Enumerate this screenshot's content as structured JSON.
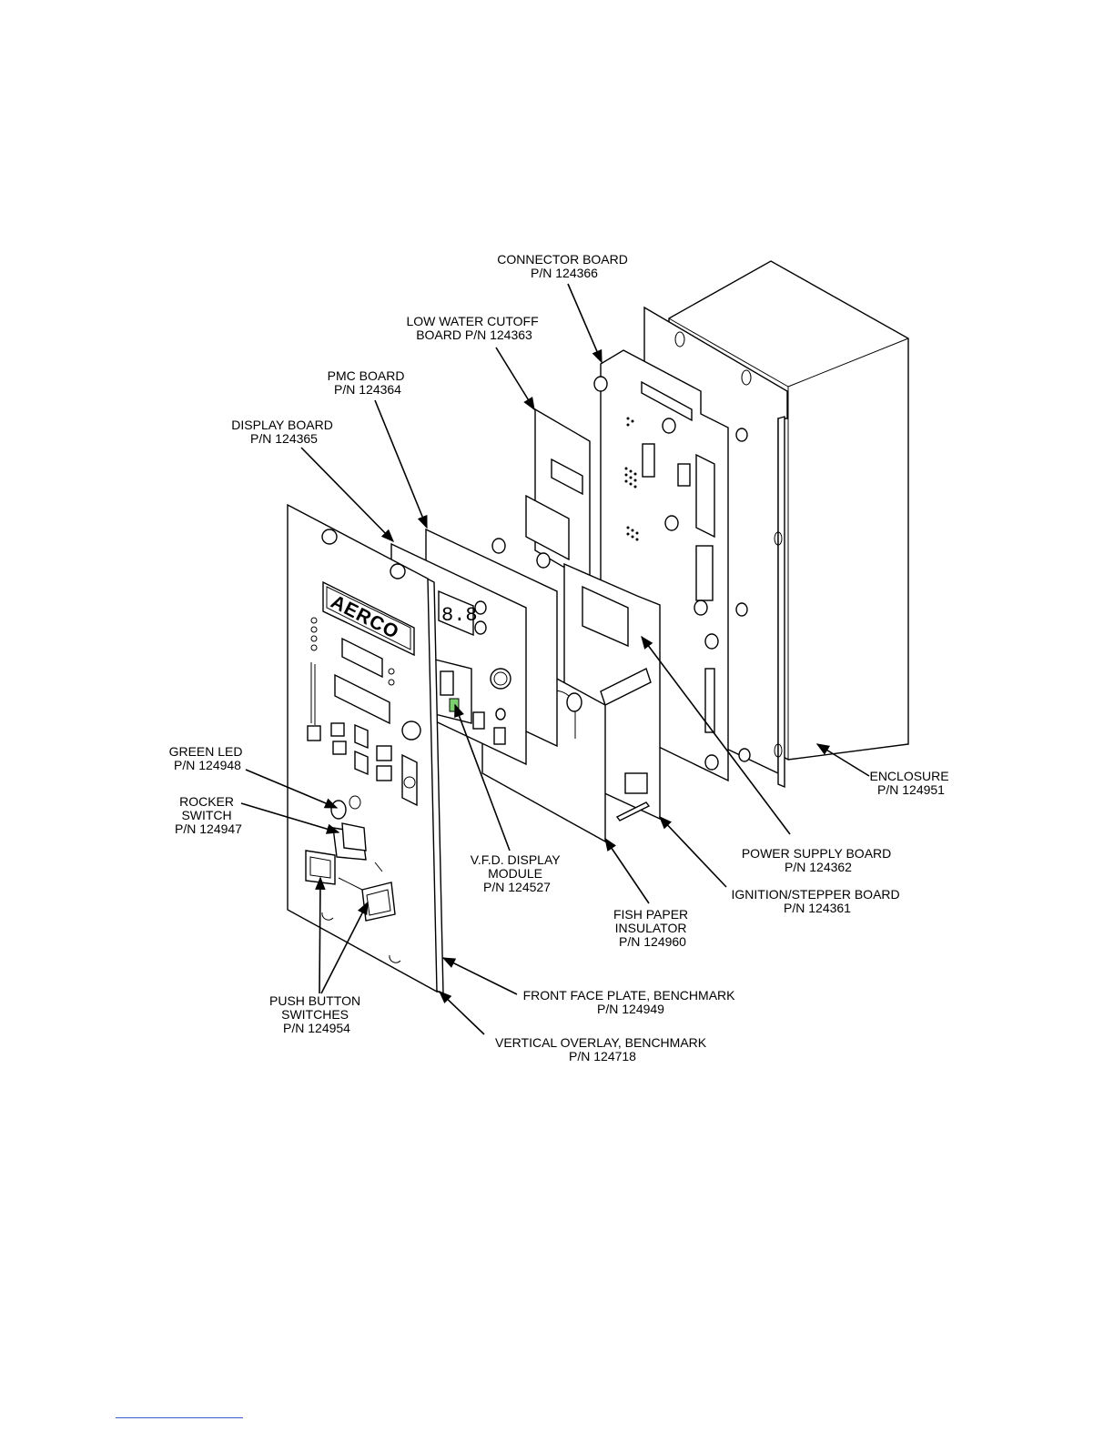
{
  "diagram": {
    "logo_text": "AERCO",
    "labels": [
      {
        "id": "connector-board",
        "lines": [
          "CONNECTOR BOARD",
          "P/N 124366"
        ]
      },
      {
        "id": "low-water-cutoff-board",
        "lines": [
          "LOW WATER CUTOFF",
          "BOARD P/N 124363"
        ]
      },
      {
        "id": "pmc-board",
        "lines": [
          "PMC BOARD",
          "P/N 124364"
        ]
      },
      {
        "id": "display-board",
        "lines": [
          "DISPLAY BOARD",
          "P/N 124365"
        ]
      },
      {
        "id": "green-led",
        "lines": [
          "GREEN LED",
          "P/N 124948"
        ]
      },
      {
        "id": "rocker-switch",
        "lines": [
          "ROCKER",
          "SWITCH",
          "P/N 124947"
        ]
      },
      {
        "id": "push-button-switches",
        "lines": [
          "PUSH BUTTON",
          "SWITCHES",
          "P/N 124954"
        ]
      },
      {
        "id": "vfd-display-module",
        "lines": [
          "V.F.D. DISPLAY",
          "MODULE",
          "P/N 124527"
        ]
      },
      {
        "id": "fish-paper-insulator",
        "lines": [
          "FISH PAPER",
          "INSULATOR",
          "P/N 124960"
        ]
      },
      {
        "id": "front-face-plate",
        "lines": [
          "FRONT FACE PLATE, BENCHMARK",
          "P/N 124949"
        ]
      },
      {
        "id": "vertical-overlay",
        "lines": [
          "VERTICAL OVERLAY, BENCHMARK",
          "P/N 124718"
        ]
      },
      {
        "id": "enclosure",
        "lines": [
          "ENCLOSURE",
          "P/N 124951"
        ]
      },
      {
        "id": "power-supply-board",
        "lines": [
          "POWER SUPPLY BOARD",
          "P/N 124362"
        ]
      },
      {
        "id": "ignition-stepper-board",
        "lines": [
          "IGNITION/STEPPER BOARD",
          "P/N 124361"
        ]
      }
    ]
  }
}
